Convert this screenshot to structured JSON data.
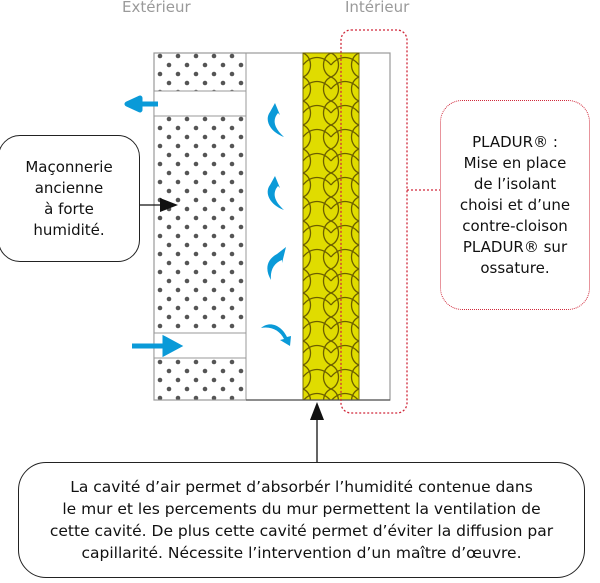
{
  "labels": {
    "exterior": "Extérieur",
    "interior": "Intérieur"
  },
  "callouts": {
    "left": [
      "Maçonnerie",
      "ancienne",
      "à forte",
      "humidité."
    ],
    "right": [
      "PLADUR® :",
      "Mise en place",
      "de l’isolant",
      "choisi et d’une",
      "contre-cloison",
      "PLADUR® sur",
      "ossature."
    ],
    "bottom": [
      "La cavité d’air permet d’absorbér l’humidité contenue dans",
      "le mur et les percements du mur permettent la ventilation de",
      "cette cavité. De plus cette cavité permet d’éviter la diffusion par",
      "capillarité. Nécessite l’intervention d’un maître d’œuvre."
    ]
  },
  "colors": {
    "airflow": "#0a9ad8",
    "insulation": "#e0dc00",
    "highlight": "#d0283a"
  }
}
